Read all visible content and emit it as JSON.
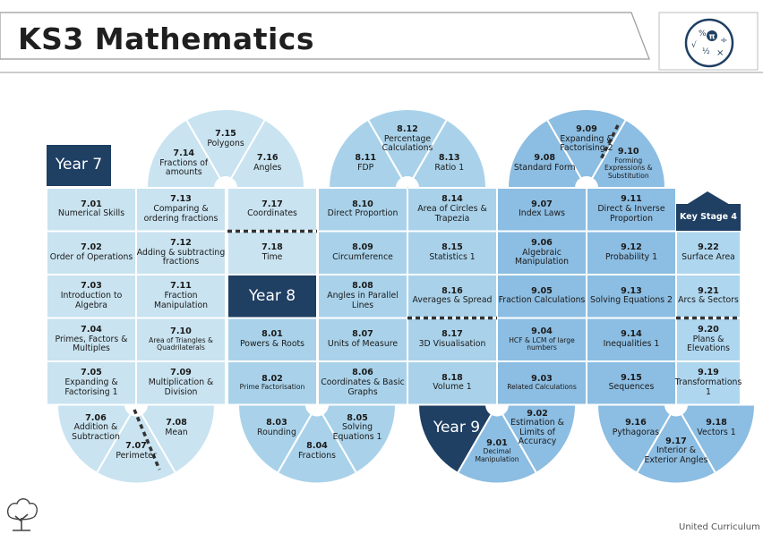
{
  "title": "KS3 Mathematics",
  "footer": "United Curriculum",
  "colors": {
    "year7_light": "#c9e3f0",
    "year8_mid": "#a9d2ea",
    "year9_dark": "#8cbde2",
    "ks4": "#aed6ef",
    "year_label": "#1f3f63",
    "tile_border": "#ffffff"
  },
  "icons": [
    "maths-symbols-icon",
    "tree-logo-icon"
  ],
  "year_labels": {
    "y7": "Year 7",
    "y8": "Year 8",
    "y9": "Year 9",
    "ks4": "Key Stage 4"
  },
  "units": {
    "u701": {
      "num": "7.01",
      "title": "Numerical Skills"
    },
    "u702": {
      "num": "7.02",
      "title": "Order of Operations"
    },
    "u703": {
      "num": "7.03",
      "title": "Introduction to Algebra"
    },
    "u704": {
      "num": "7.04",
      "title": "Primes, Factors & Multiples"
    },
    "u705": {
      "num": "7.05",
      "title": "Expanding & Factorising 1"
    },
    "u706": {
      "num": "7.06",
      "title": "Addition & Subtraction"
    },
    "u707": {
      "num": "7.07",
      "title": "Perimeter"
    },
    "u708": {
      "num": "7.08",
      "title": "Mean"
    },
    "u709": {
      "num": "7.09",
      "title": "Multiplication & Division"
    },
    "u710": {
      "num": "7.10",
      "title": "Area of Triangles & Quadrilaterals"
    },
    "u711": {
      "num": "7.11",
      "title": "Fraction Manipulation"
    },
    "u712": {
      "num": "7.12",
      "title": "Adding & subtracting fractions"
    },
    "u713": {
      "num": "7.13",
      "title": "Comparing & ordering fractions"
    },
    "u714": {
      "num": "7.14",
      "title": "Fractions of amounts"
    },
    "u715": {
      "num": "7.15",
      "title": "Polygons"
    },
    "u716": {
      "num": "7.16",
      "title": "Angles"
    },
    "u717": {
      "num": "7.17",
      "title": "Coordinates"
    },
    "u718": {
      "num": "7.18",
      "title": "Time"
    },
    "u801": {
      "num": "8.01",
      "title": "Powers & Roots"
    },
    "u802": {
      "num": "8.02",
      "title": "Prime Factorisation"
    },
    "u803": {
      "num": "8.03",
      "title": "Rounding"
    },
    "u804": {
      "num": "8.04",
      "title": "Fractions"
    },
    "u805": {
      "num": "8.05",
      "title": "Solving Equations 1"
    },
    "u806": {
      "num": "8.06",
      "title": "Coordinates & Basic Graphs"
    },
    "u807": {
      "num": "8.07",
      "title": "Units of Measure"
    },
    "u808": {
      "num": "8.08",
      "title": "Angles in Parallel Lines"
    },
    "u809": {
      "num": "8.09",
      "title": "Circumference"
    },
    "u810": {
      "num": "8.10",
      "title": "Direct Proportion"
    },
    "u811": {
      "num": "8.11",
      "title": "FDP"
    },
    "u812": {
      "num": "8.12",
      "title": "Percentage Calculations"
    },
    "u813": {
      "num": "8.13",
      "title": "Ratio 1"
    },
    "u814": {
      "num": "8.14",
      "title": "Area of Circles & Trapezia"
    },
    "u815": {
      "num": "8.15",
      "title": "Statistics 1"
    },
    "u816": {
      "num": "8.16",
      "title": "Averages & Spread"
    },
    "u817": {
      "num": "8.17",
      "title": "3D Visualisation"
    },
    "u818": {
      "num": "8.18",
      "title": "Volume 1"
    },
    "u901": {
      "num": "9.01",
      "title": "Decimal Manipulation"
    },
    "u902": {
      "num": "9.02",
      "title": "Estimation & Limits of Accuracy"
    },
    "u903": {
      "num": "9.03",
      "title": "Related Calculations"
    },
    "u904": {
      "num": "9.04",
      "title": "HCF & LCM of large numbers"
    },
    "u905": {
      "num": "9.05",
      "title": "Fraction Calculations"
    },
    "u906": {
      "num": "9.06",
      "title": "Algebraic Manipulation"
    },
    "u907": {
      "num": "9.07",
      "title": "Index Laws"
    },
    "u908": {
      "num": "9.08",
      "title": "Standard Form"
    },
    "u909": {
      "num": "9.09",
      "title": "Expanding & Factorising 2"
    },
    "u910": {
      "num": "9.10",
      "title": "Forming Expressions & Substitution"
    },
    "u911": {
      "num": "9.11",
      "title": "Direct & Inverse Proportion"
    },
    "u912": {
      "num": "9.12",
      "title": "Probability 1"
    },
    "u913": {
      "num": "9.13",
      "title": "Solving Equations 2"
    },
    "u914": {
      "num": "9.14",
      "title": "Inequalities 1"
    },
    "u915": {
      "num": "9.15",
      "title": "Sequences"
    },
    "u916": {
      "num": "9.16",
      "title": "Pythagoras"
    },
    "u917": {
      "num": "9.17",
      "title": "Interior & Exterior Angles"
    },
    "u918": {
      "num": "9.18",
      "title": "Vectors 1"
    },
    "u919": {
      "num": "9.19",
      "title": "Transformations 1"
    },
    "u920": {
      "num": "9.20",
      "title": "Plans & Elevations"
    },
    "u921": {
      "num": "9.21",
      "title": "Arcs & Sectors"
    },
    "u922": {
      "num": "9.22",
      "title": "Surface Area"
    }
  }
}
